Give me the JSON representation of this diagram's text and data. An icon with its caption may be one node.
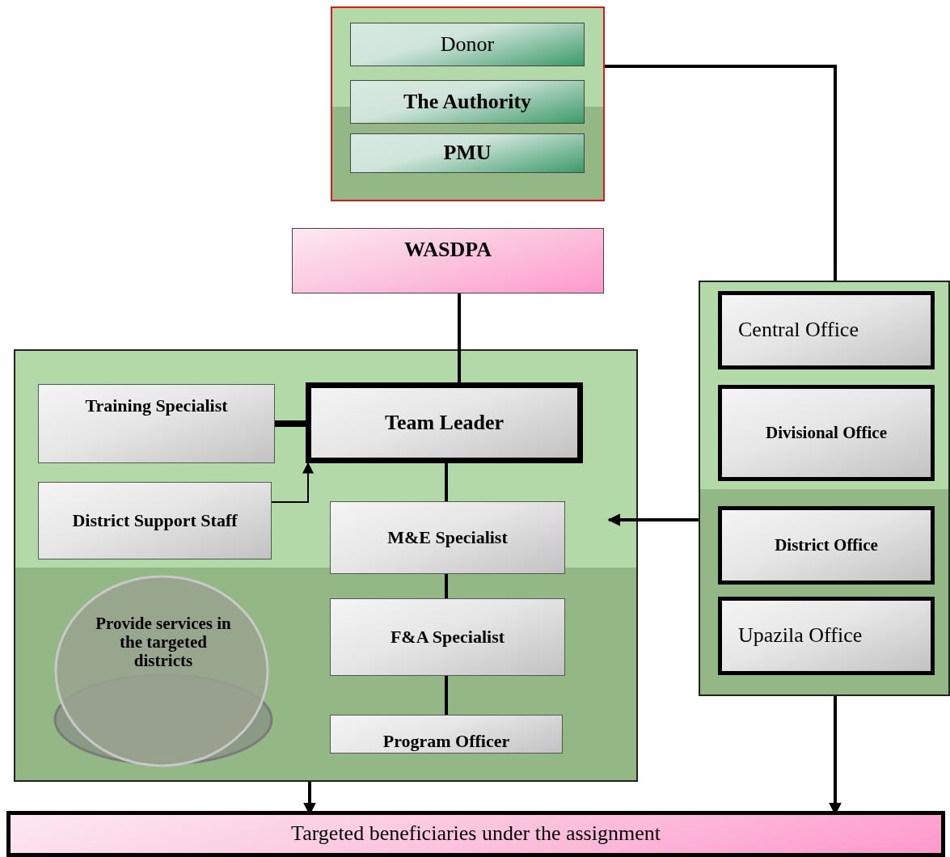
{
  "diagram": {
    "nodes": [
      {
        "text": [],
        "shape": "box"
      },
      {
        "text": [
          "Donor"
        ],
        "in": 0
      },
      {
        "text": [
          "The Authority"
        ],
        "in": 0
      },
      {
        "text": [
          "PMU"
        ],
        "in": 0
      },
      {
        "text": [
          "WASDPA"
        ]
      },
      {
        "text": [],
        "shape": "box"
      },
      {
        "text": [
          "Training Specialist"
        ],
        "in": 5
      },
      {
        "text": [
          "Team Leader"
        ],
        "in": 5
      },
      {
        "text": [
          "District Support Staff"
        ],
        "in": 5
      },
      {
        "text": [
          "M&E Specialist"
        ],
        "in": 5
      },
      {
        "text": [
          "F&A Specialist"
        ],
        "in": 5
      },
      {
        "text": [
          "Program Officer"
        ],
        "in": 5
      },
      {
        "text": [
          "Provide services in the targeted districts"
        ],
        "in": 5
      },
      {
        "text": [],
        "shape": "box"
      },
      {
        "text": [
          "Central Office"
        ],
        "in": 13
      },
      {
        "text": [
          "Divisional Office"
        ],
        "in": 13
      },
      {
        "text": [
          "District Office"
        ],
        "in": 13
      },
      {
        "text": [
          "Upazila Office"
        ],
        "in": 13
      },
      {
        "text": [
          "Targeted beneficiaries under the assignment"
        ]
      }
    ],
    "edges": [
      {
        "from": 0,
        "to": 13,
        "arrow": "none"
      },
      {
        "from": 4,
        "to": 7,
        "arrow": "none"
      },
      {
        "from": 6,
        "to": 7,
        "arrow": "none",
        "style": "thick"
      },
      {
        "from": 8,
        "to": 7,
        "arrow": "to"
      },
      {
        "from": 7,
        "to": 9,
        "arrow": "none"
      },
      {
        "from": 9,
        "to": 10,
        "arrow": "none"
      },
      {
        "from": 10,
        "to": 11,
        "arrow": "none"
      },
      {
        "from": 13,
        "to": 5,
        "arrow": "to"
      },
      {
        "from": 5,
        "to": 18,
        "arrow": "to"
      },
      {
        "from": 13,
        "to": 18,
        "arrow": "to"
      }
    ]
  }
}
